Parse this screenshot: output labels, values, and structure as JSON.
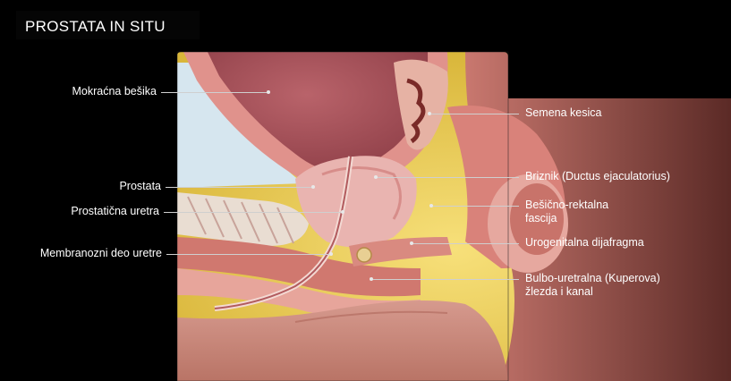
{
  "title": "PROSTATA IN SITU",
  "labels_left": {
    "bladder": "Mokraćna bešika",
    "prostate": "Prostata",
    "prostatic_urethra": "Prostatična uretra",
    "membranous_urethra": "Membranozni deo uretre"
  },
  "labels_right": {
    "seminal_vesicle": "Semena kesica",
    "ejaculatory_duct": "Briznik (Ductus ejaculatorius)",
    "fascia_line1": "Bešično-rektalna",
    "fascia_line2": "fascija",
    "urogenital_diaphragm": "Urogenitalna dijafragma",
    "bulbo_line1": "Bulbo-uretralna (Kuperova)",
    "bulbo_line2": "žlezda i kanal"
  },
  "colors": {
    "background": "#000000",
    "fat_yellow": "#e9c84a",
    "tissue_pink": "#d88c8c",
    "bladder_inner": "#a9525a",
    "prostate": "#e7a9a6",
    "bone": "#e9ddd2",
    "sky": "#cfe0ea"
  }
}
